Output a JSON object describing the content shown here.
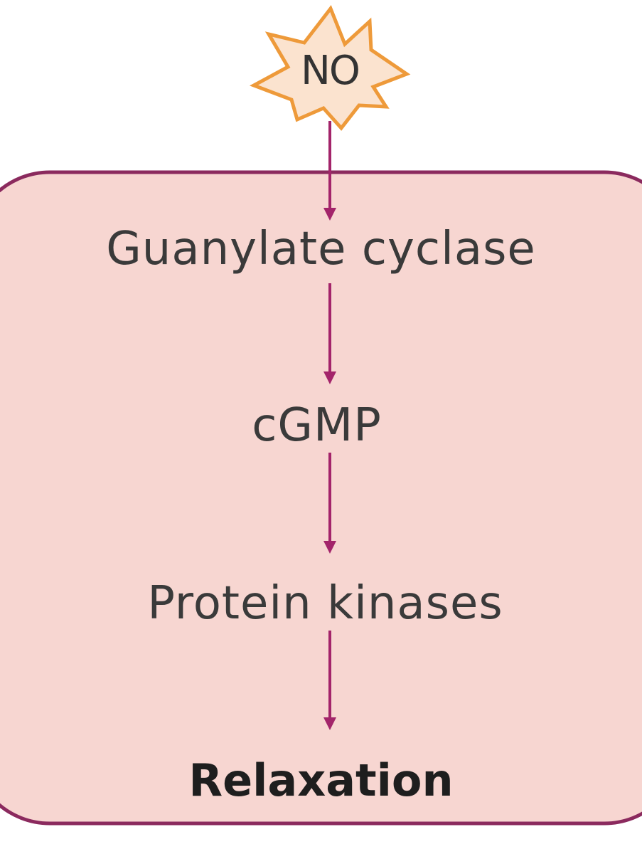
{
  "diagram": {
    "signal": "NO",
    "steps": {
      "guanylate_cyclase": "Guanylate cyclase",
      "cgmp": "cGMP",
      "protein_kinases": "Protein kinases",
      "relaxation": "Relaxation"
    }
  },
  "colors": {
    "cell_fill": "#f7d6d1",
    "cell_border": "#8b2a5e",
    "arrow": "#a3246a",
    "burst_fill": "#fbe3cf",
    "burst_stroke": "#ee9a3a"
  }
}
